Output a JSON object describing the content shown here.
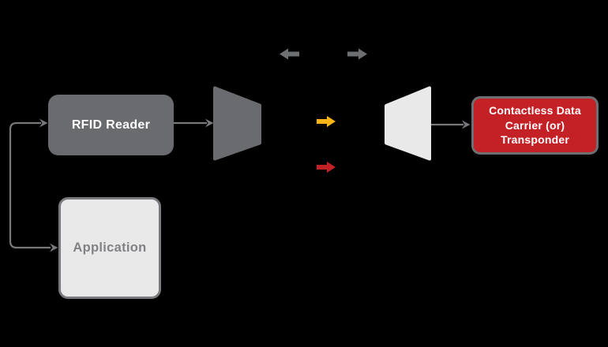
{
  "colors": {
    "bg": "#000000",
    "node-gray": "#6a6b6e",
    "node-light": "#e9e9ea",
    "node-light-border": "#797a7d",
    "node-red": "#c42127",
    "node-red-border": "#6e6f72",
    "connector": "#77787b",
    "arrow-gray": "#6e6f72",
    "arrow-yellow": "#fbb615",
    "arrow-red": "#c22127",
    "text-light": "#ffffff",
    "text-gray": "#808285"
  },
  "nodes": {
    "rfid_reader": {
      "label": "RFID Reader"
    },
    "application": {
      "label": "Application"
    },
    "transponder": {
      "label": "Contactless Data\nCarrier (or)\nTransponder"
    }
  },
  "icons": {
    "reader_antenna": "dark-trapezoid-antenna",
    "transponder_antenna": "light-trapezoid-antenna",
    "gray_left_arrow": "left-block-arrow",
    "gray_right_arrow": "right-block-arrow",
    "yellow_right_arrow": "right-block-arrow",
    "red_right_arrow": "right-block-arrow"
  }
}
